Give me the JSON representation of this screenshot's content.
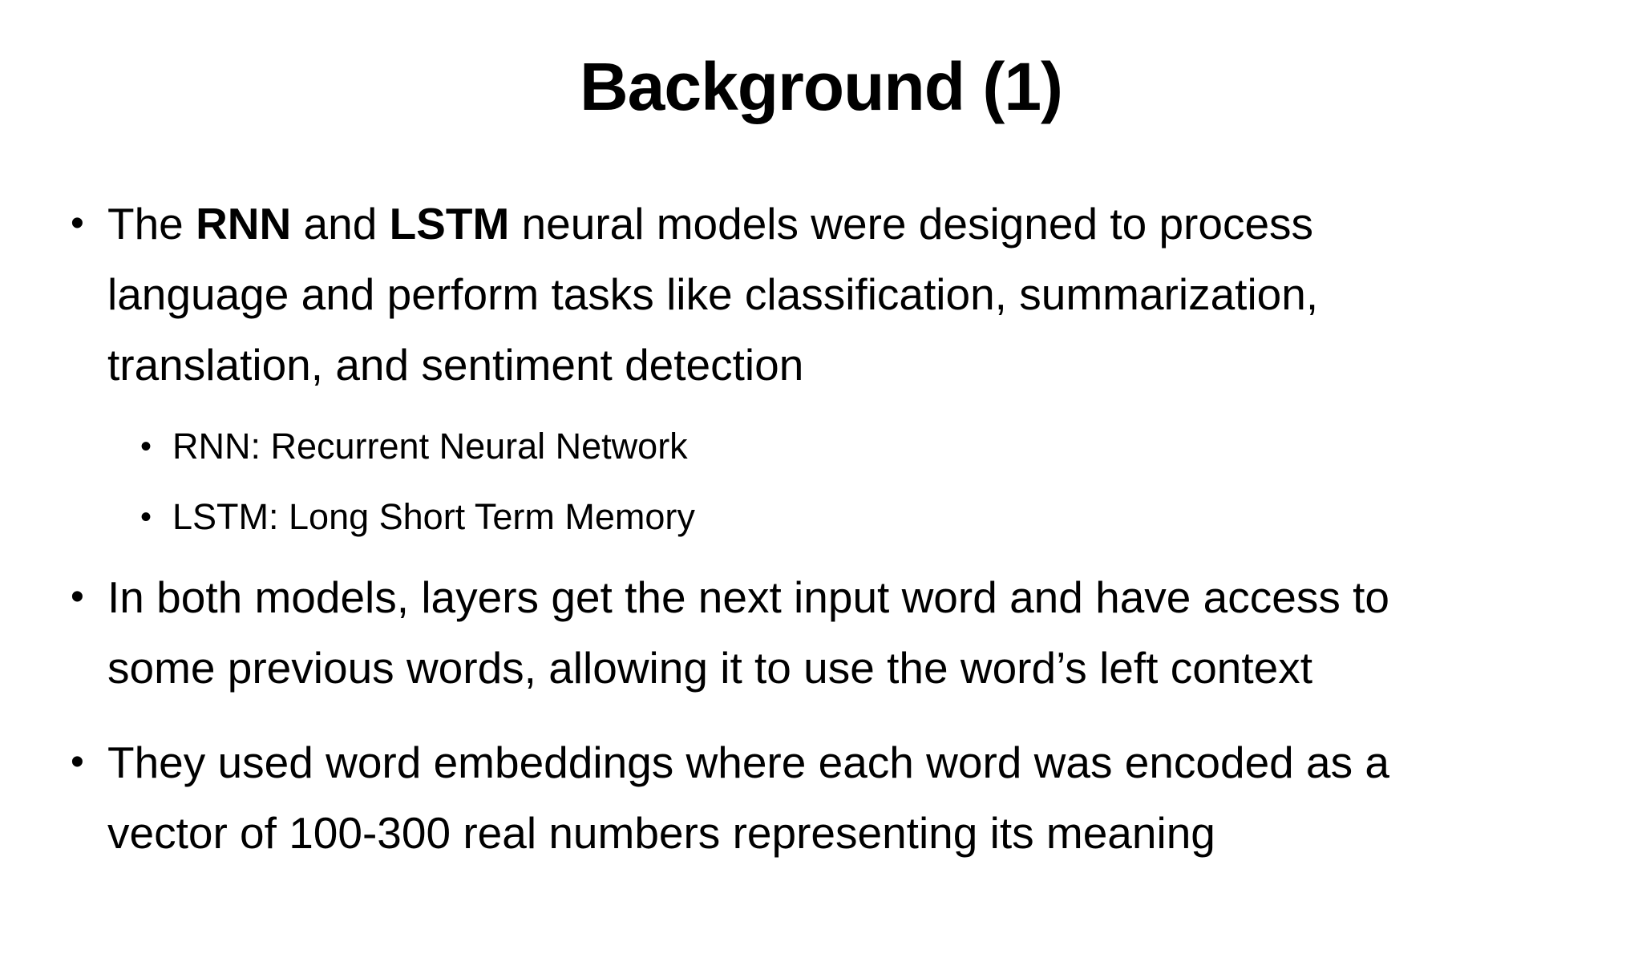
{
  "slide": {
    "title": "Background (1)",
    "bullet_glyph": "•",
    "colors": {
      "background": "#ffffff",
      "text": "#000000"
    },
    "bullets": {
      "b1": {
        "l1": {
          "pre": "The ",
          "term1": "RNN",
          "mid": " and ",
          "term2": "LSTM",
          "post": " neural models were designed to process"
        },
        "l2": "language and perform tasks like classification, summarization,",
        "l3": "translation, and sentiment detection",
        "subs": {
          "s1": "RNN: Recurrent Neural Network",
          "s2": "LSTM: Long Short Term Memory"
        }
      },
      "b2": {
        "l1": "In both models, layers get the next input word and have access to",
        "l2": "some previous words, allowing it to use the word’s left context"
      },
      "b3": {
        "l1": "They used word embeddings where each word was encoded as a",
        "l2": "vector of 100-300 real numbers representing its meaning"
      }
    }
  }
}
